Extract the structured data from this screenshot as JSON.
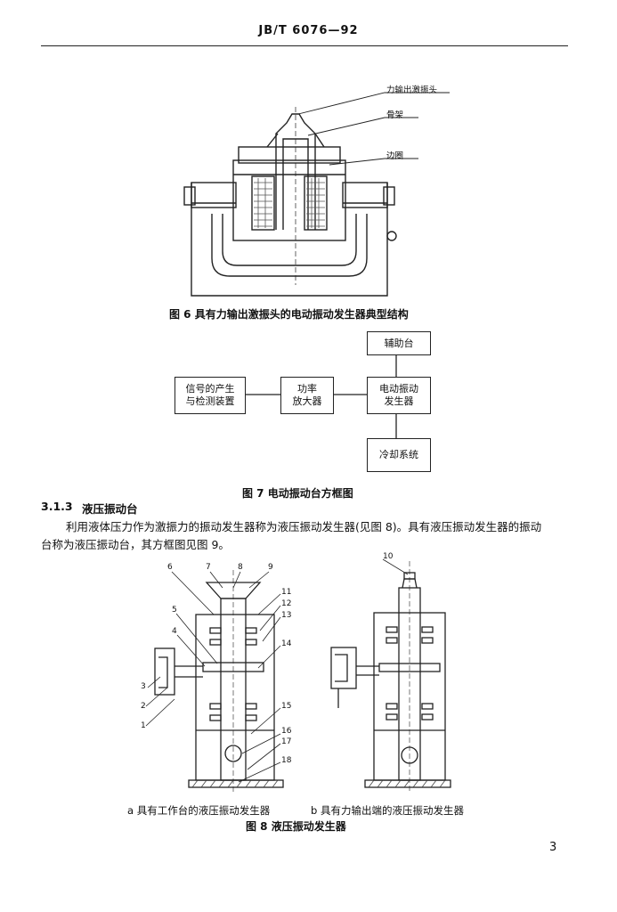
{
  "header": {
    "standard_no": "JB/T 6076—92"
  },
  "fig6": {
    "labels": {
      "output_head": "力输出激振头",
      "frame": "骨架",
      "flange": "边圈"
    },
    "caption": "图 6   具有力输出激振头的电动振动发生器典型结构"
  },
  "fig7": {
    "boxes": {
      "signal": "信号的产生\n与检测装置",
      "amplifier": "功率\n放大器",
      "shaker": "电动振动\n发生器",
      "aux_table": "辅助台",
      "cooling": "冷却系统"
    },
    "caption": "图 7   电动振动台方框图"
  },
  "section": {
    "number": "3.1.3",
    "title": "液压振动台",
    "body_line1": "利用液体压力作为激振力的振动发生器称为液压振动发生器(见图 8)。具有液压振动发生器的振动",
    "body_line2": "台称为液压振动台，其方框图见图 9。"
  },
  "fig8": {
    "numbers_a": [
      "1",
      "2",
      "3",
      "4",
      "5",
      "6",
      "7",
      "8",
      "9",
      "11",
      "12",
      "13",
      "14",
      "15",
      "16",
      "17",
      "18"
    ],
    "number_b": "10",
    "sub_a": "a   具有工作台的液压振动发生器",
    "sub_b": "b   具有力输出端的液压振动发生器",
    "caption": "图 8   液压振动发生器"
  },
  "page_number": "3"
}
